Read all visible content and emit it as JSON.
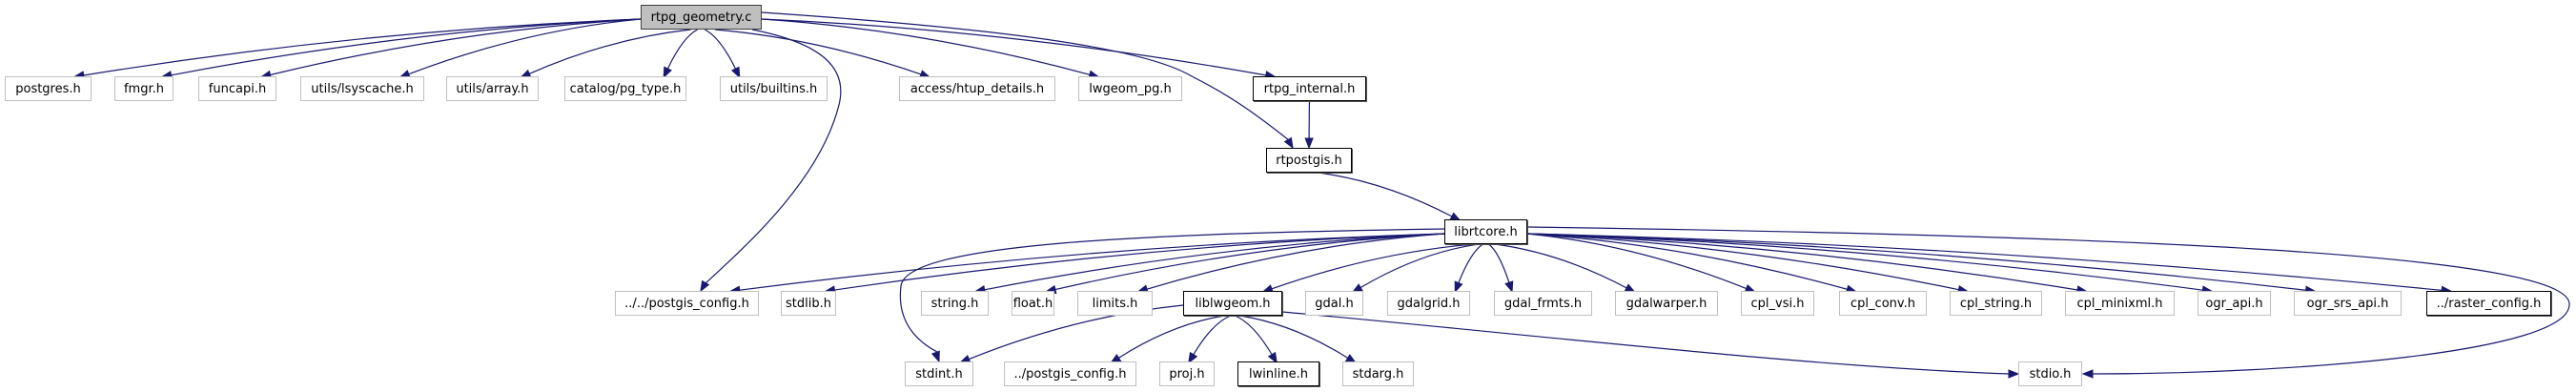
{
  "title": "rtpg_geometry.c include dependency graph",
  "colors": {
    "edge": "#191970",
    "root_fill": "#bfbfbf",
    "external_border": "#bfbfbf",
    "documented_border": "#000000"
  },
  "nodes": [
    {
      "id": "rtpg_geometry",
      "label": "rtpg_geometry.c",
      "kind": "root"
    },
    {
      "id": "postgres",
      "label": "postgres.h",
      "kind": "ext"
    },
    {
      "id": "fmgr",
      "label": "fmgr.h",
      "kind": "ext"
    },
    {
      "id": "funcapi",
      "label": "funcapi.h",
      "kind": "ext"
    },
    {
      "id": "lsyscache",
      "label": "utils/lsyscache.h",
      "kind": "ext"
    },
    {
      "id": "array",
      "label": "utils/array.h",
      "kind": "ext"
    },
    {
      "id": "pg_type",
      "label": "catalog/pg_type.h",
      "kind": "ext"
    },
    {
      "id": "builtins",
      "label": "utils/builtins.h",
      "kind": "ext"
    },
    {
      "id": "htup_details",
      "label": "access/htup_details.h",
      "kind": "ext"
    },
    {
      "id": "lwgeom_pg",
      "label": "lwgeom_pg.h",
      "kind": "ext"
    },
    {
      "id": "rtpg_internal",
      "label": "rtpg_internal.h",
      "kind": "doc"
    },
    {
      "id": "rtpostgis",
      "label": "rtpostgis.h",
      "kind": "doc"
    },
    {
      "id": "librtcore",
      "label": "librtcore.h",
      "kind": "doc"
    },
    {
      "id": "pg_config_up2",
      "label": "../../postgis_config.h",
      "kind": "ext"
    },
    {
      "id": "stdlib",
      "label": "stdlib.h",
      "kind": "ext"
    },
    {
      "id": "string",
      "label": "string.h",
      "kind": "ext"
    },
    {
      "id": "float",
      "label": "float.h",
      "kind": "ext"
    },
    {
      "id": "limits",
      "label": "limits.h",
      "kind": "ext"
    },
    {
      "id": "liblwgeom",
      "label": "liblwgeom.h",
      "kind": "doc"
    },
    {
      "id": "gdal",
      "label": "gdal.h",
      "kind": "ext"
    },
    {
      "id": "gdalgrid",
      "label": "gdalgrid.h",
      "kind": "ext"
    },
    {
      "id": "gdal_frmts",
      "label": "gdal_frmts.h",
      "kind": "ext"
    },
    {
      "id": "gdalwarper",
      "label": "gdalwarper.h",
      "kind": "ext"
    },
    {
      "id": "cpl_vsi",
      "label": "cpl_vsi.h",
      "kind": "ext"
    },
    {
      "id": "cpl_conv",
      "label": "cpl_conv.h",
      "kind": "ext"
    },
    {
      "id": "cpl_string",
      "label": "cpl_string.h",
      "kind": "ext"
    },
    {
      "id": "cpl_minixml",
      "label": "cpl_minixml.h",
      "kind": "ext"
    },
    {
      "id": "ogr_api",
      "label": "ogr_api.h",
      "kind": "ext"
    },
    {
      "id": "ogr_srs_api",
      "label": "ogr_srs_api.h",
      "kind": "ext"
    },
    {
      "id": "raster_config",
      "label": "../raster_config.h",
      "kind": "doc"
    },
    {
      "id": "stdint",
      "label": "stdint.h",
      "kind": "ext"
    },
    {
      "id": "pg_config_up1",
      "label": "../postgis_config.h",
      "kind": "ext"
    },
    {
      "id": "proj",
      "label": "proj.h",
      "kind": "ext"
    },
    {
      "id": "lwinline",
      "label": "lwinline.h",
      "kind": "doc"
    },
    {
      "id": "stdarg",
      "label": "stdarg.h",
      "kind": "ext"
    },
    {
      "id": "stdio",
      "label": "stdio.h",
      "kind": "ext"
    }
  ],
  "edges": [
    [
      "rtpg_geometry",
      "postgres"
    ],
    [
      "rtpg_geometry",
      "fmgr"
    ],
    [
      "rtpg_geometry",
      "funcapi"
    ],
    [
      "rtpg_geometry",
      "lsyscache"
    ],
    [
      "rtpg_geometry",
      "array"
    ],
    [
      "rtpg_geometry",
      "pg_type"
    ],
    [
      "rtpg_geometry",
      "builtins"
    ],
    [
      "rtpg_geometry",
      "pg_config_up2"
    ],
    [
      "rtpg_geometry",
      "htup_details"
    ],
    [
      "rtpg_geometry",
      "lwgeom_pg"
    ],
    [
      "rtpg_geometry",
      "rtpg_internal"
    ],
    [
      "rtpg_geometry",
      "rtpostgis"
    ],
    [
      "rtpg_internal",
      "rtpostgis"
    ],
    [
      "rtpostgis",
      "librtcore"
    ],
    [
      "librtcore",
      "pg_config_up2"
    ],
    [
      "librtcore",
      "stdlib"
    ],
    [
      "librtcore",
      "stdint"
    ],
    [
      "librtcore",
      "string"
    ],
    [
      "librtcore",
      "float"
    ],
    [
      "librtcore",
      "limits"
    ],
    [
      "librtcore",
      "liblwgeom"
    ],
    [
      "librtcore",
      "gdal"
    ],
    [
      "librtcore",
      "gdalgrid"
    ],
    [
      "librtcore",
      "gdal_frmts"
    ],
    [
      "librtcore",
      "gdalwarper"
    ],
    [
      "librtcore",
      "cpl_vsi"
    ],
    [
      "librtcore",
      "cpl_conv"
    ],
    [
      "librtcore",
      "cpl_string"
    ],
    [
      "librtcore",
      "cpl_minixml"
    ],
    [
      "librtcore",
      "ogr_api"
    ],
    [
      "librtcore",
      "ogr_srs_api"
    ],
    [
      "librtcore",
      "raster_config"
    ],
    [
      "librtcore",
      "stdio"
    ],
    [
      "liblwgeom",
      "stdint"
    ],
    [
      "liblwgeom",
      "pg_config_up1"
    ],
    [
      "liblwgeom",
      "proj"
    ],
    [
      "liblwgeom",
      "lwinline"
    ],
    [
      "liblwgeom",
      "stdarg"
    ],
    [
      "liblwgeom",
      "stdio"
    ]
  ]
}
